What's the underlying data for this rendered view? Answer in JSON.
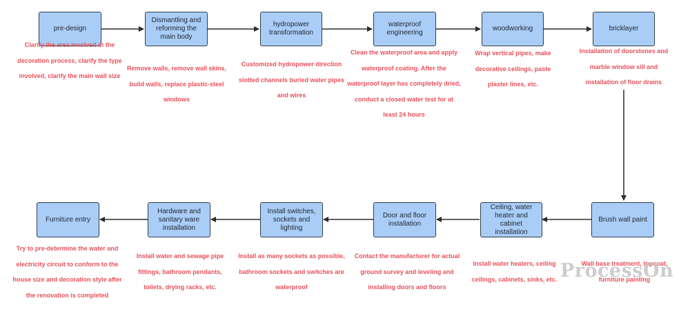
{
  "nodes": {
    "pre_design": "pre-design",
    "dismantling": "Dismantling and reforming the main body",
    "hydropower": "hydropower transformation",
    "waterproof": "waterproof engineering",
    "woodworking": "woodworking",
    "bricklayer": "bricklayer",
    "brush_wall": "Brush wall paint",
    "ceiling_water": "Ceiling, water heater and cabinet installation",
    "door_floor": "Door and floor installation",
    "switches": "Install switches, sockets and lighting",
    "hardware": "Hardware and sanitary ware installation",
    "furniture": "Furniture entry"
  },
  "notes": {
    "pre_design": "Clarify the area involved in the decoration process, clarify the type involved, clarify the main wall size",
    "dismantling": "Remove walls, remove wall skins, build walls, replace plastic-steel windows",
    "hydropower": "Customized hydropower direction slotted channels buried water pipes and wires",
    "waterproof": "Clean the waterproof area and apply waterproof coating. After the waterproof layer has completely dried, conduct a closed water test for at least 24 hours",
    "woodworking": "Wrap vertical pipes, make decorative ceilings, paste plaster lines, etc.",
    "bricklayer": "Installation of doorstones and marble window sill and installation of floor drains",
    "brush_wall": "Wall base treatment, topcoat, furniture painting",
    "ceiling_water": "Install water heaters, ceiling ceilings, cabinets, sinks, etc.",
    "door_floor": "Contact the manufacturer for actual ground survey and leveling and installing doors and floors",
    "switches": "Install as many sockets as possible, bathroom sockets and switches are waterproof",
    "hardware": "Install water and sewage pipe fittings, bathroom pendants, toilets, drying racks, etc.",
    "furniture": "Try to pre-determine the water and electricity circuit to conform to the house size and decoration style after the renovation is completed"
  },
  "watermark": "ProcessOn",
  "colors": {
    "node_fill": "#a9cdf7",
    "node_border": "#2f3b48",
    "note_text": "#e8505b",
    "edge": "#2b2b2b"
  }
}
